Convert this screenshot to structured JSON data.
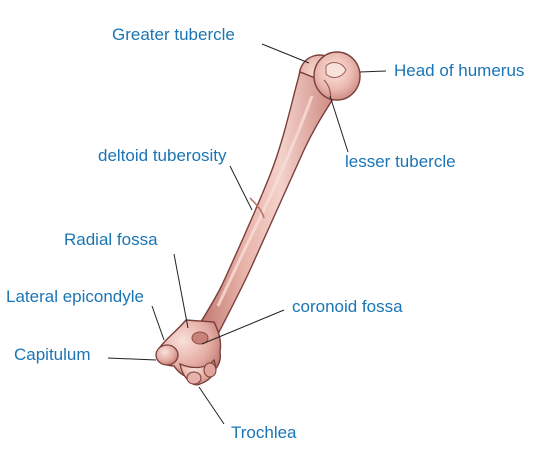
{
  "colors": {
    "label_text": "#1a75b5",
    "leader_line": "#222222",
    "bone_light": "#f3d2cb",
    "bone_mid": "#dfa69c",
    "bone_dark": "#b86f66",
    "bone_outline": "#7a3f3a"
  },
  "labels": {
    "greater_tubercle": "Greater tubercle",
    "head_of_humerus": "Head of humerus",
    "lesser_tubercle": "lesser tubercle",
    "deltoid_tuberosity": "deltoid tuberosity",
    "radial_fossa": "Radial fossa",
    "lateral_epicondyle": "Lateral epicondyle",
    "coronoid_fossa": "coronoid fossa",
    "capitulum": "Capitulum",
    "trochlea": "Trochlea"
  }
}
